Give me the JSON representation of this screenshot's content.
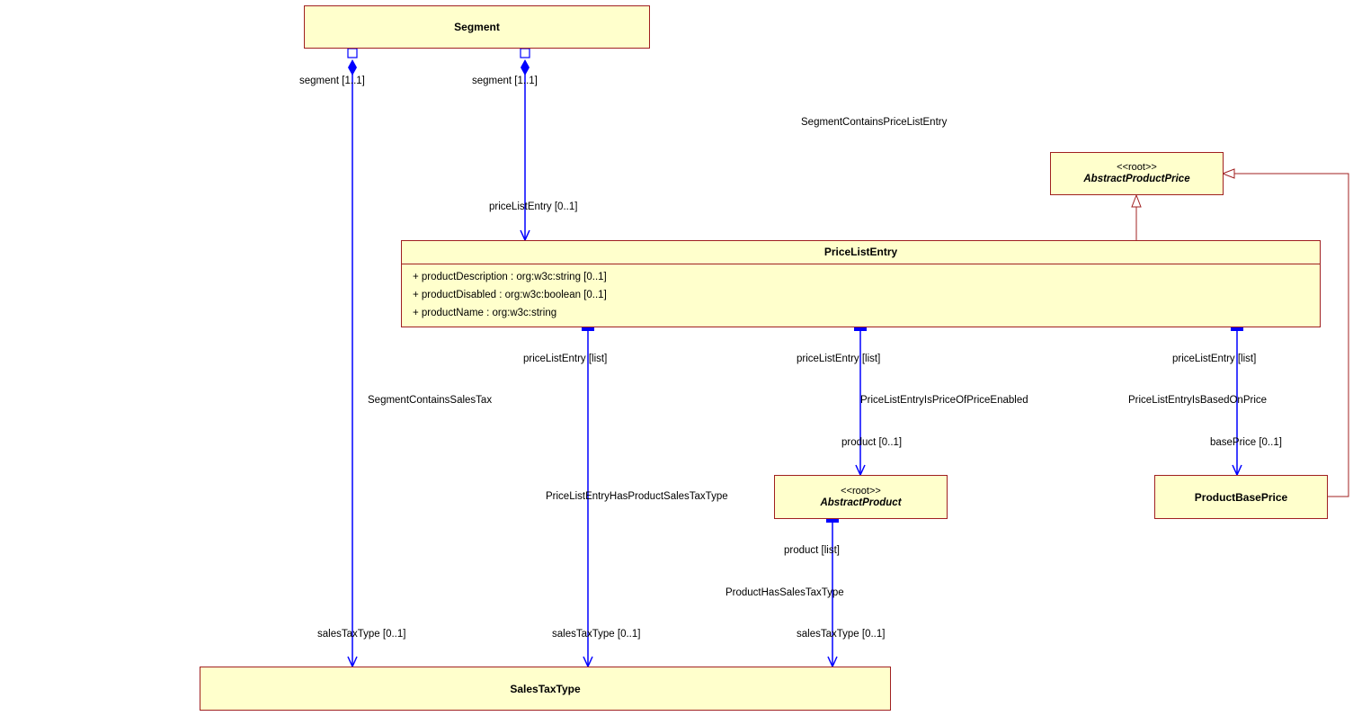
{
  "classes": {
    "segment": {
      "name": "Segment"
    },
    "abstract_product_price": {
      "stereotype": "<<root>>",
      "name": "AbstractProductPrice"
    },
    "price_list_entry": {
      "name": "PriceListEntry",
      "attributes": [
        "+ productDescription : org:w3c:string [0..1]",
        "+ productDisabled : org:w3c:boolean [0..1]",
        "+ productName : org:w3c:string"
      ]
    },
    "abstract_product": {
      "stereotype": "<<root>>",
      "name": "AbstractProduct"
    },
    "product_base_price": {
      "name": "ProductBasePrice"
    },
    "sales_tax_type": {
      "name": "SalesTaxType"
    }
  },
  "associations": {
    "segment_contains_sales_tax": {
      "name": "SegmentContainsSalesTax",
      "source_role": "segment [1..1]",
      "target_role": "salesTaxType [0..1]"
    },
    "segment_contains_price_list_entry": {
      "name": "SegmentContainsPriceListEntry",
      "source_role": "segment [1..1]",
      "target_role": "priceListEntry [0..1]"
    },
    "price_list_entry_has_product_sales_tax_type": {
      "name": "PriceListEntryHasProductSalesTaxType",
      "source_role": "priceListEntry [list]",
      "target_role": "salesTaxType [0..1]"
    },
    "price_list_entry_is_price_of_price_enabled": {
      "name": "PriceListEntryIsPriceOfPriceEnabled",
      "source_role": "priceListEntry [list]",
      "target_role": "product [0..1]"
    },
    "price_list_entry_is_based_on_price": {
      "name": "PriceListEntryIsBasedOnPrice",
      "source_role": "priceListEntry [list]",
      "target_role": "basePrice [0..1]"
    },
    "product_has_sales_tax_type": {
      "name": "ProductHasSalesTaxType",
      "source_role": "product [list]",
      "target_role": "salesTaxType [0..1]"
    }
  },
  "colors": {
    "class_fill": "#ffffcc",
    "class_border": "#a02020",
    "association": "#0000ff",
    "generalization": "#a02020"
  }
}
